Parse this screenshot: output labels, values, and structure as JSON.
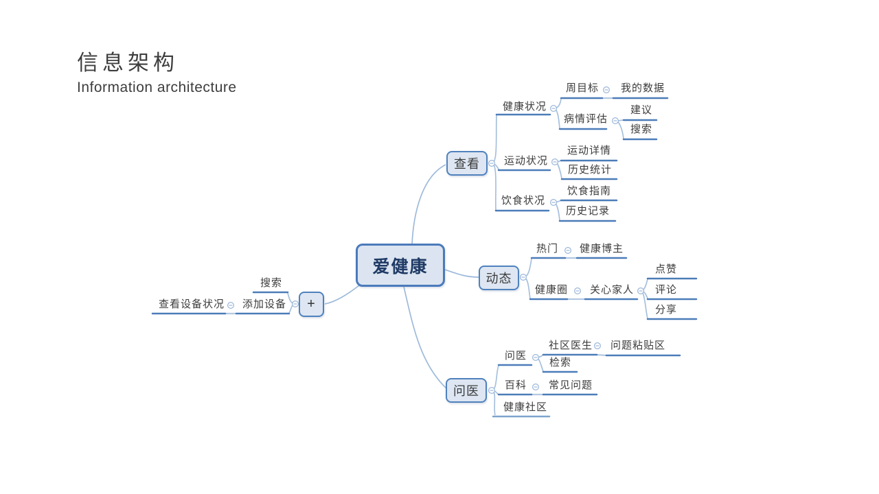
{
  "header": {
    "title": "信息架构",
    "subtitle": "Information architecture"
  },
  "colors": {
    "accent_line": "#4b7cb8",
    "light_line": "#a6c0dd",
    "node_border": "#4f81bd",
    "node_fill": "#dde6f2",
    "root_text": "#1f3a65",
    "text": "#3c3c3c"
  },
  "mindmap": {
    "root": {
      "label": "爱健康"
    },
    "branches": [
      {
        "label": "查看",
        "children": [
          {
            "label": "健康状况",
            "children": [
              {
                "label": "周目标",
                "children": [
                  {
                    "label": "我的数据"
                  }
                ]
              },
              {
                "label": "病情评估",
                "children": [
                  {
                    "label": "建议"
                  },
                  {
                    "label": "搜索"
                  }
                ]
              }
            ]
          },
          {
            "label": "运动状况",
            "children": [
              {
                "label": "运动详情"
              },
              {
                "label": "历史统计"
              }
            ]
          },
          {
            "label": "饮食状况",
            "children": [
              {
                "label": "饮食指南"
              },
              {
                "label": "历史记录"
              }
            ]
          }
        ]
      },
      {
        "label": "动态",
        "children": [
          {
            "label": "热门",
            "children": [
              {
                "label": "健康博主"
              }
            ]
          },
          {
            "label": "健康圈",
            "children": [
              {
                "label": "关心家人",
                "children": [
                  {
                    "label": "点赞"
                  },
                  {
                    "label": "评论"
                  },
                  {
                    "label": "分享"
                  }
                ]
              }
            ]
          }
        ]
      },
      {
        "label": "问医",
        "children": [
          {
            "label": "问医",
            "children": [
              {
                "label": "社区医生",
                "children": [
                  {
                    "label": "问题粘贴区"
                  }
                ]
              },
              {
                "label": "检索"
              }
            ]
          },
          {
            "label": "百科",
            "children": [
              {
                "label": "常见问题"
              }
            ]
          },
          {
            "label": "健康社区"
          }
        ]
      },
      {
        "label": "+",
        "children": [
          {
            "label": "搜索"
          },
          {
            "label": "添加设备",
            "children": [
              {
                "label": "查看设备状况"
              }
            ]
          }
        ]
      }
    ]
  }
}
